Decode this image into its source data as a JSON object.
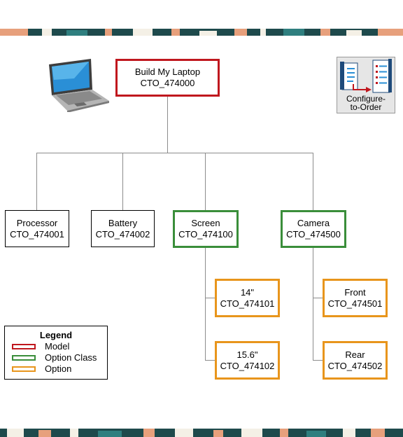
{
  "root": {
    "title": "Build My Laptop",
    "code": "CTO_474000"
  },
  "children": [
    {
      "title": "Processor",
      "code": "CTO_474001"
    },
    {
      "title": "Battery",
      "code": "CTO_474002"
    },
    {
      "title": "Screen",
      "code": "CTO_474100"
    },
    {
      "title": "Camera",
      "code": "CTO_474500"
    }
  ],
  "screen_options": [
    {
      "title": "14\"",
      "code": "CTO_474101"
    },
    {
      "title": "15.6\"",
      "code": "CTO_474102"
    }
  ],
  "camera_options": [
    {
      "title": "Front",
      "code": "CTO_474501"
    },
    {
      "title": "Rear",
      "code": "CTO_474502"
    }
  ],
  "legend": {
    "title": "Legend",
    "items": [
      {
        "label": "Model",
        "color": "#c0171e"
      },
      {
        "label": "Option Class",
        "color": "#3a8e3a"
      },
      {
        "label": "Option",
        "color": "#e8951c"
      }
    ]
  },
  "cto_icon": {
    "label_line1": "Configure-",
    "label_line2": "to-Order",
    "name": "configure-to-order-icon"
  },
  "laptop_icon": {
    "name": "laptop-icon"
  },
  "colors": {
    "model": "#c0171e",
    "option_class": "#3a8e3a",
    "option": "#e8951c",
    "connector": "#8c8c8c",
    "band_dark": "#1e4a4c"
  }
}
